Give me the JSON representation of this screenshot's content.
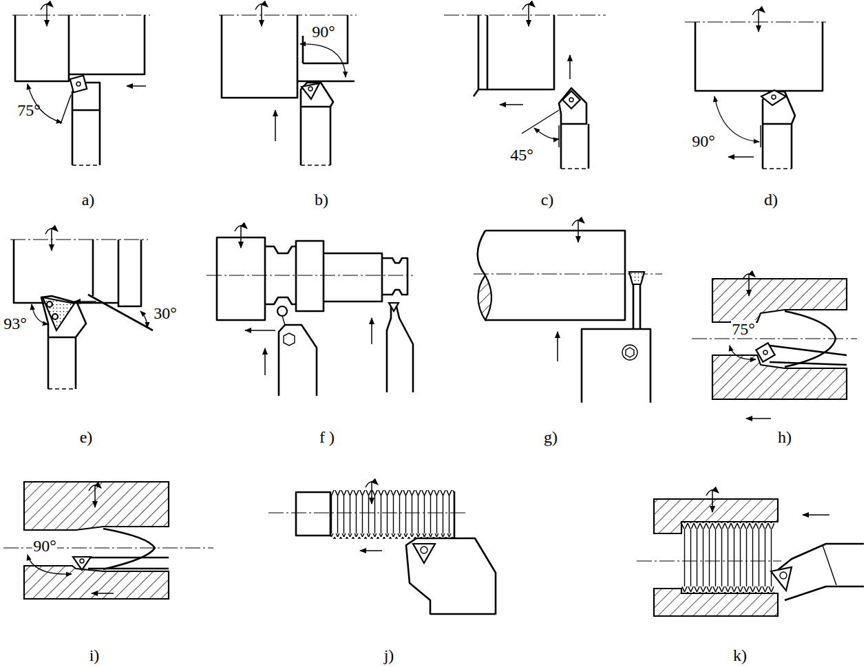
{
  "diagram": {
    "labels": [
      "75°",
      "a)",
      "90°",
      "b)",
      "45°",
      "c)",
      "90°",
      "d)",
      "93°",
      "30°",
      "e)",
      "f )",
      "g)",
      "75°",
      "h)",
      "90°",
      "i)",
      "j)",
      "k)"
    ]
  }
}
